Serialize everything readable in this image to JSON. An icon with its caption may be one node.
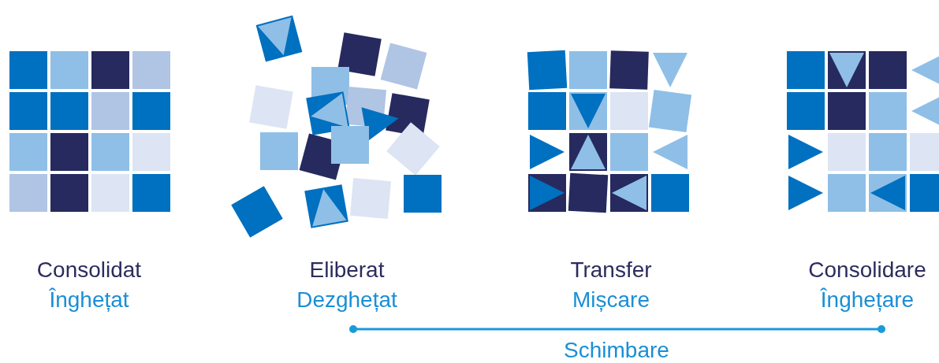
{
  "diagram": {
    "labels": [
      "Consolidat",
      "Înghețat",
      "Eliberat",
      "Dezghețat",
      "Transfer",
      "Mișcare",
      "Consolidare",
      "Înghețare",
      "Schimbare"
    ]
  }
}
